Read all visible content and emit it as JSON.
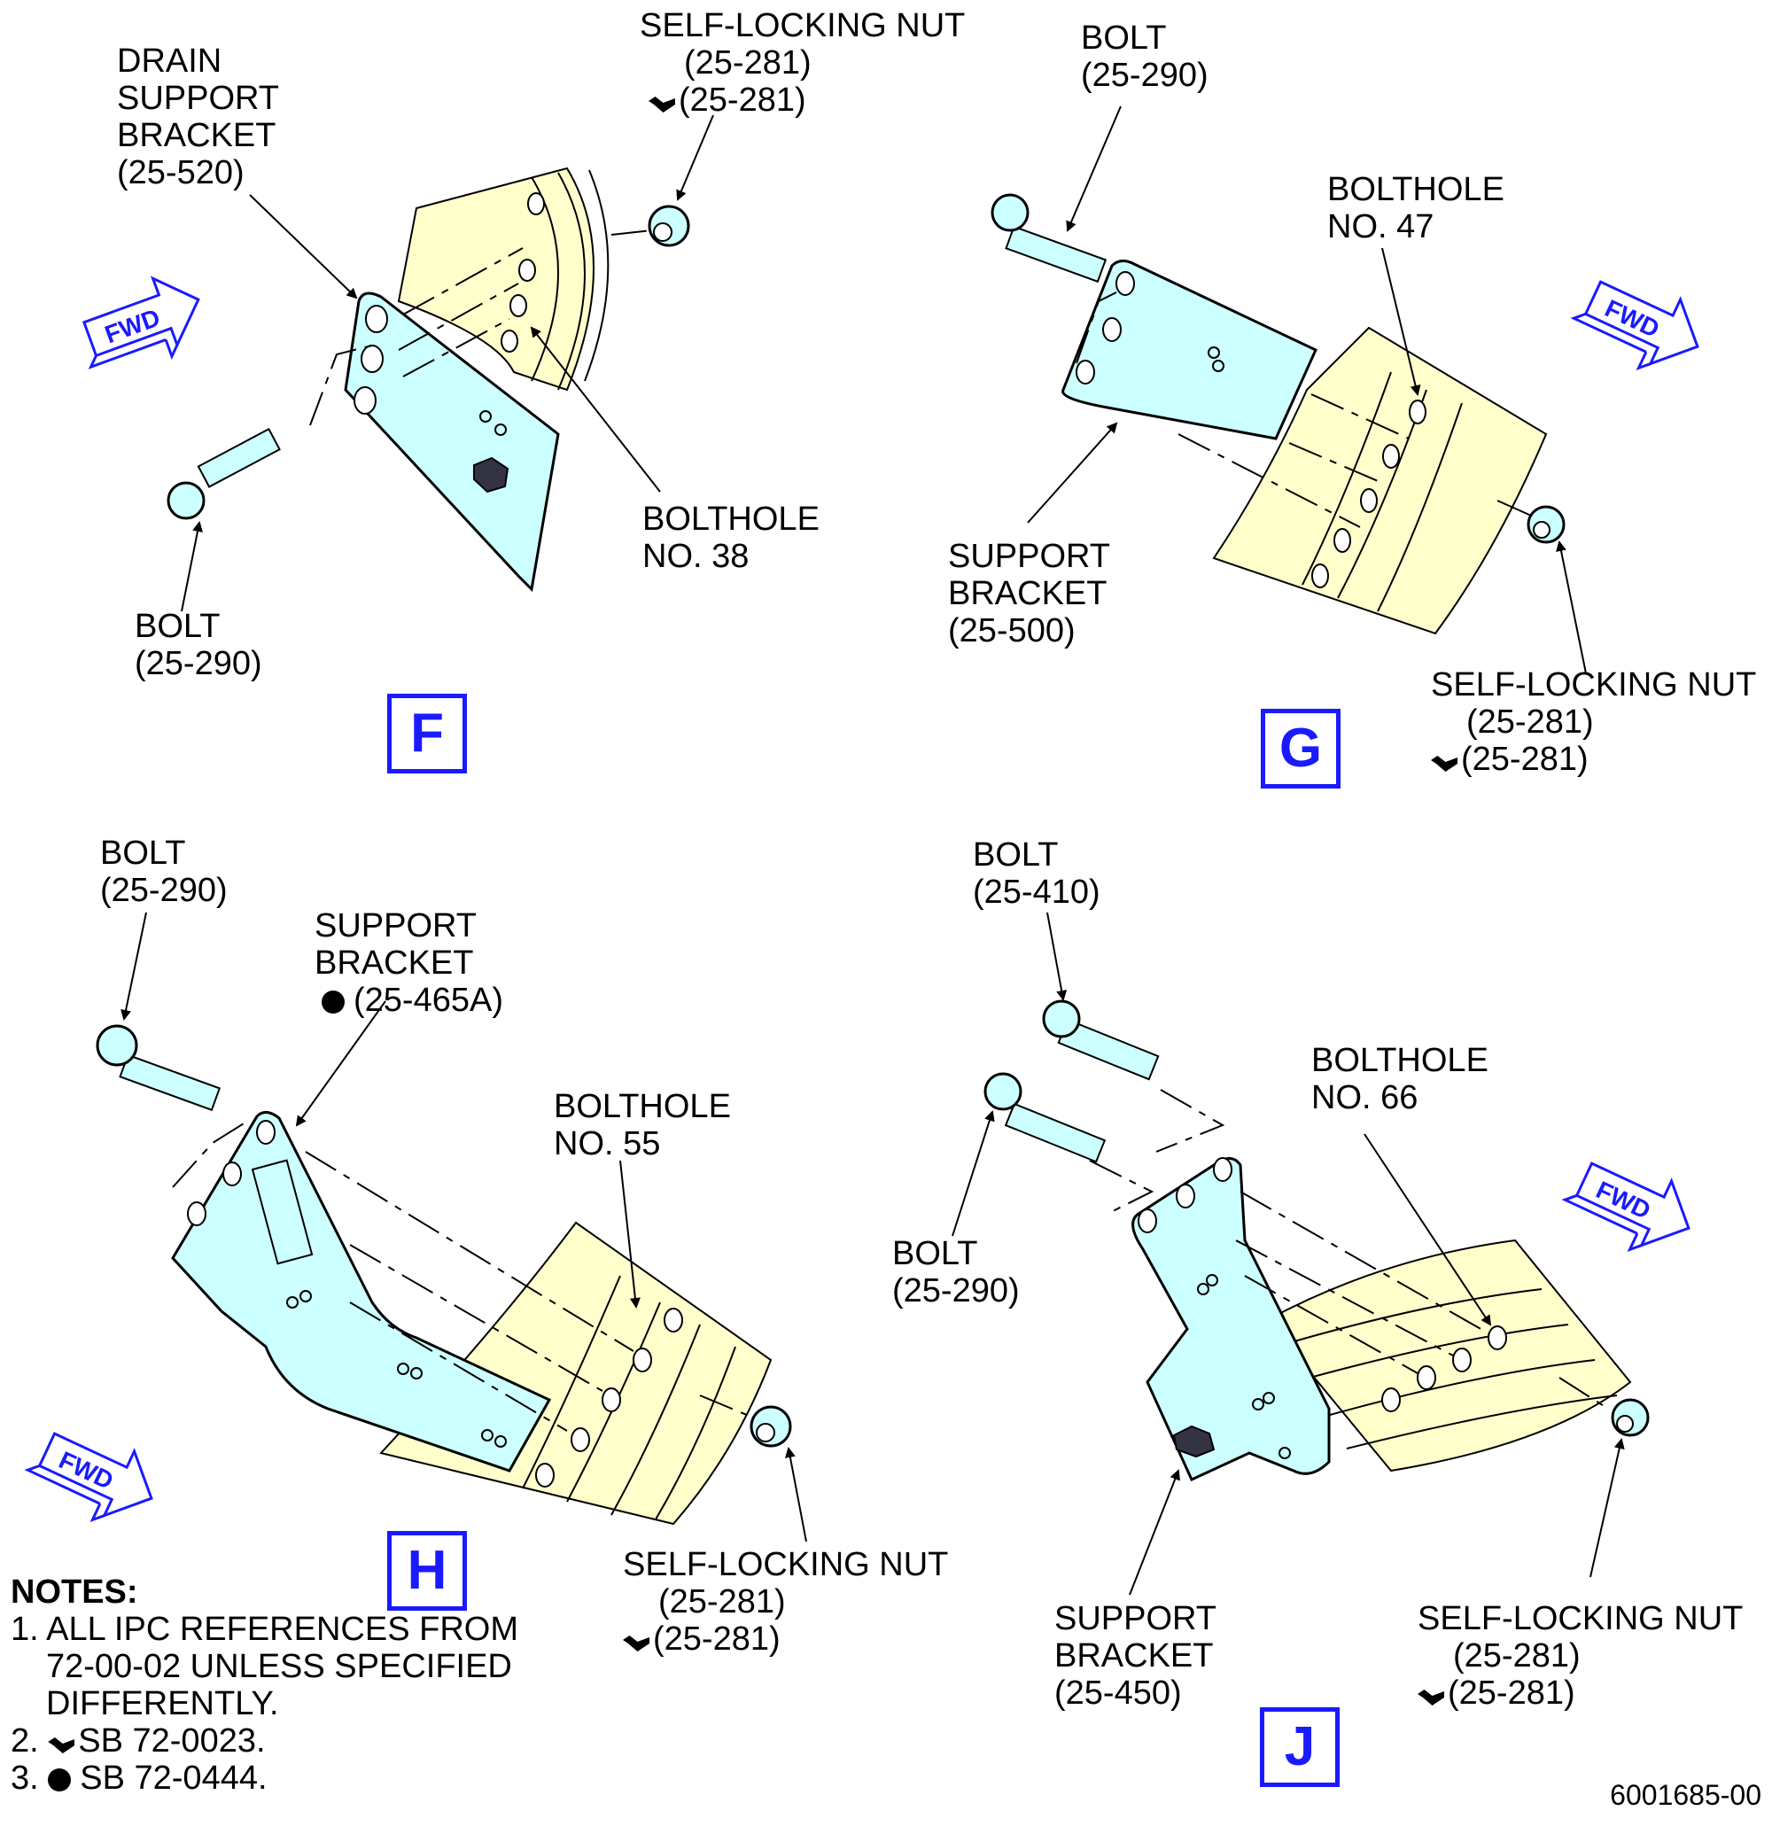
{
  "views": {
    "F": {
      "letter": "F",
      "drain_bracket": [
        "DRAIN",
        "SUPPORT",
        "BRACKET",
        "(25-520)"
      ],
      "nut": [
        "SELF-LOCKING NUT",
        "(25-281)",
        "(25-281)"
      ],
      "bolt": [
        "BOLT",
        "(25-290)"
      ],
      "bolthole": [
        "BOLTHOLE",
        "NO. 38"
      ]
    },
    "G": {
      "letter": "G",
      "bolt": [
        "BOLT",
        "(25-290)"
      ],
      "bolthole": [
        "BOLTHOLE",
        "NO. 47"
      ],
      "support_bracket": [
        "SUPPORT",
        "BRACKET",
        "(25-500)"
      ],
      "nut": [
        "SELF-LOCKING NUT",
        "(25-281)",
        "(25-281)"
      ]
    },
    "H": {
      "letter": "H",
      "bolt": [
        "BOLT",
        "(25-290)"
      ],
      "support_bracket": [
        "SUPPORT",
        "BRACKET",
        "(25-465A)"
      ],
      "bolthole": [
        "BOLTHOLE",
        "NO. 55"
      ],
      "nut": [
        "SELF-LOCKING NUT",
        "(25-281)",
        "(25-281)"
      ]
    },
    "J": {
      "letter": "J",
      "bolt_upper": [
        "BOLT",
        "(25-410)"
      ],
      "bolthole": [
        "BOLTHOLE",
        "NO. 66"
      ],
      "bolt_lower": [
        "BOLT",
        "(25-290)"
      ],
      "support_bracket": [
        "SUPPORT",
        "BRACKET",
        "(25-450)"
      ],
      "nut": [
        "SELF-LOCKING NUT",
        "(25-281)",
        "(25-281)"
      ]
    }
  },
  "fwd_label": "FWD",
  "notes": {
    "heading": "NOTES:",
    "n1_num": "1.",
    "n1_a": "ALL IPC REFERENCES FROM",
    "n1_b": "72-00-02 UNLESS SPECIFIED",
    "n1_c": "DIFFERENTLY.",
    "n2_num": "2.",
    "n2_text": "SB 72-0023.",
    "n3_num": "3.",
    "n3_text": "SB 72-0444."
  },
  "document_number": "6001685-00",
  "colors": {
    "bracket_fill": "#ccffff",
    "flange_fill": "#ffffcc",
    "fwd_blue": "#1a1aff",
    "line": "#000000"
  }
}
